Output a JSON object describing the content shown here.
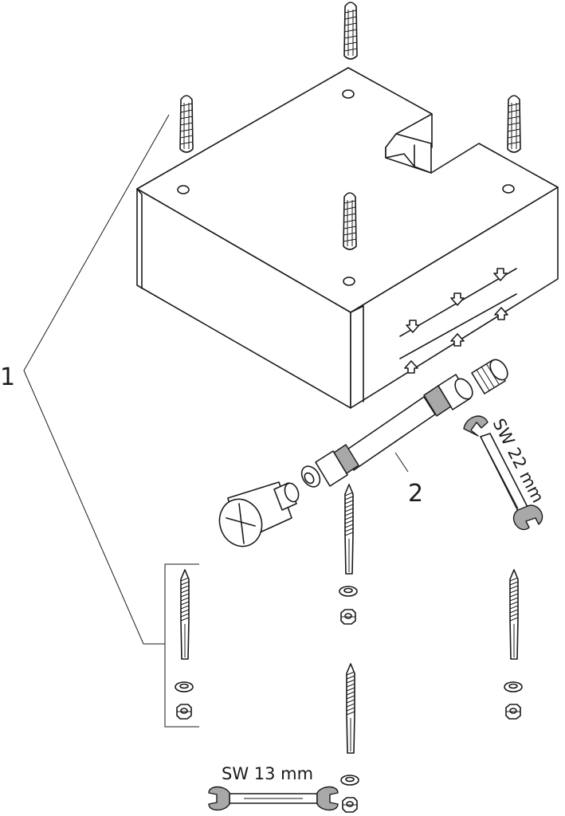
{
  "callouts": {
    "item_1": "1",
    "item_2": "2"
  },
  "tools": {
    "wrench_large_label": "SW 22 mm",
    "wrench_small_label": "SW 13 mm"
  }
}
